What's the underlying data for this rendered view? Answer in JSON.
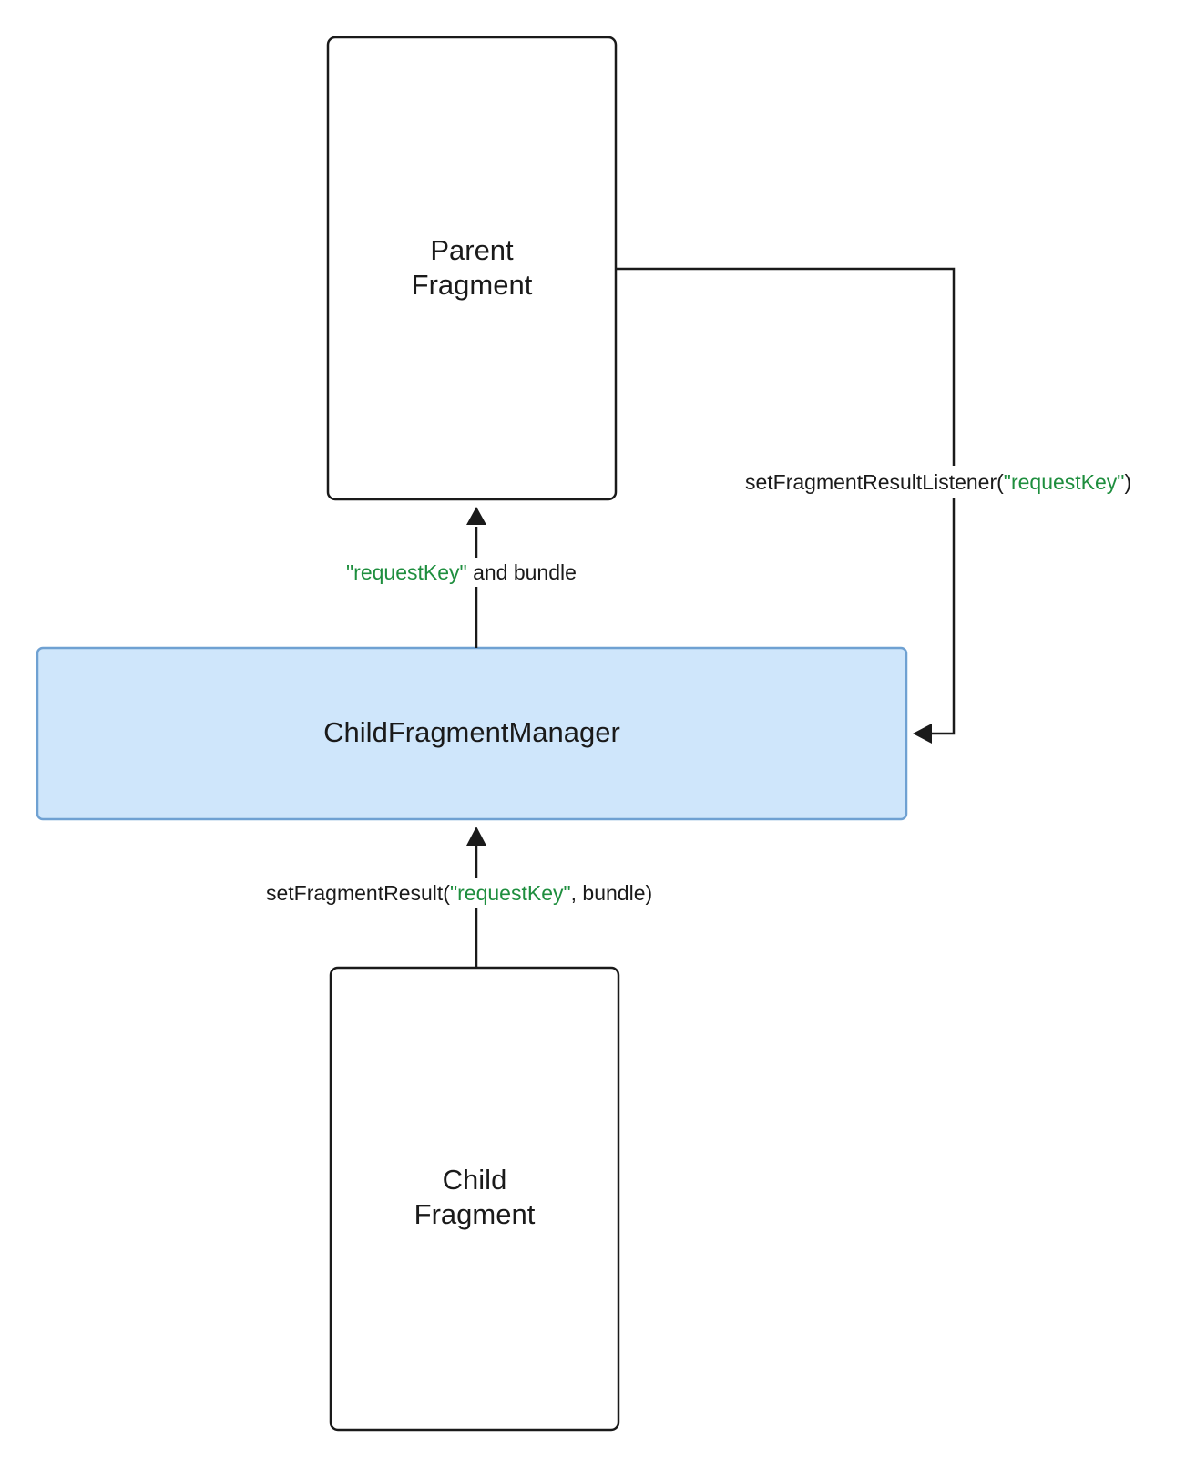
{
  "nodes": {
    "parent": {
      "line1": "Parent",
      "line2": "Fragment"
    },
    "manager": {
      "label": "ChildFragmentManager"
    },
    "child": {
      "line1": "Child",
      "line2": "Fragment"
    }
  },
  "edges": {
    "manager_to_parent": {
      "key": "\"requestKey\"",
      "rest": " and bundle"
    },
    "child_to_manager": {
      "prefix": "setFragmentResult(",
      "key": "\"requestKey\"",
      "suffix": ", bundle)"
    },
    "parent_listener": {
      "prefix": "setFragmentResultListener(",
      "key": "\"requestKey\"",
      "suffix": ")"
    }
  },
  "colors": {
    "manager_fill": "#cfe6fb",
    "manager_border": "#6fa1d2",
    "key_text": "#1e8e3e",
    "stroke": "#1a1a1a"
  }
}
